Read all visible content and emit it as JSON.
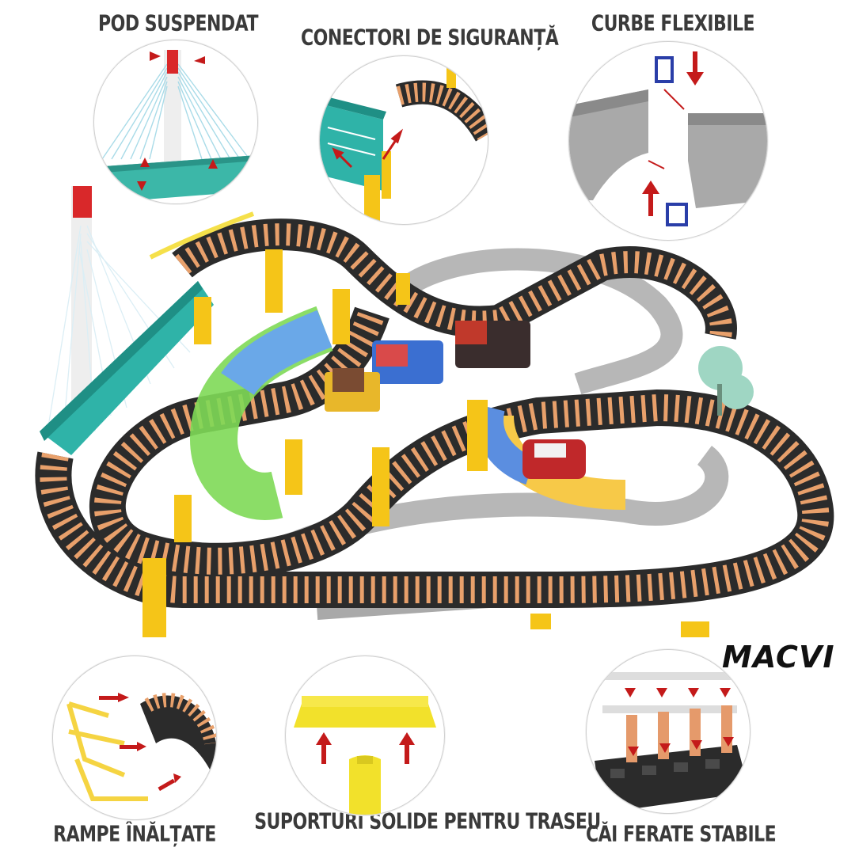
{
  "features": {
    "top_left": "POD SUSPENDAT",
    "top_center": "CONECTORI DE SIGURANȚĂ",
    "top_right": "CURBE FLEXIBILE",
    "bottom_left": "RAMPE ÎNĂLȚATE",
    "bottom_center": "SUPORTURI SOLIDE PENTRU TRASEU",
    "bottom_right": "CĂI FERATE STABILE"
  },
  "brand": "MACVI",
  "colors": {
    "track_dark": "#2b2b2b",
    "sleeper": "#e8a06b",
    "support": "#f5c518",
    "bridge": "#2fb3a8",
    "gray_track": "#a9a9a9",
    "arrow": "#c41a1a"
  }
}
